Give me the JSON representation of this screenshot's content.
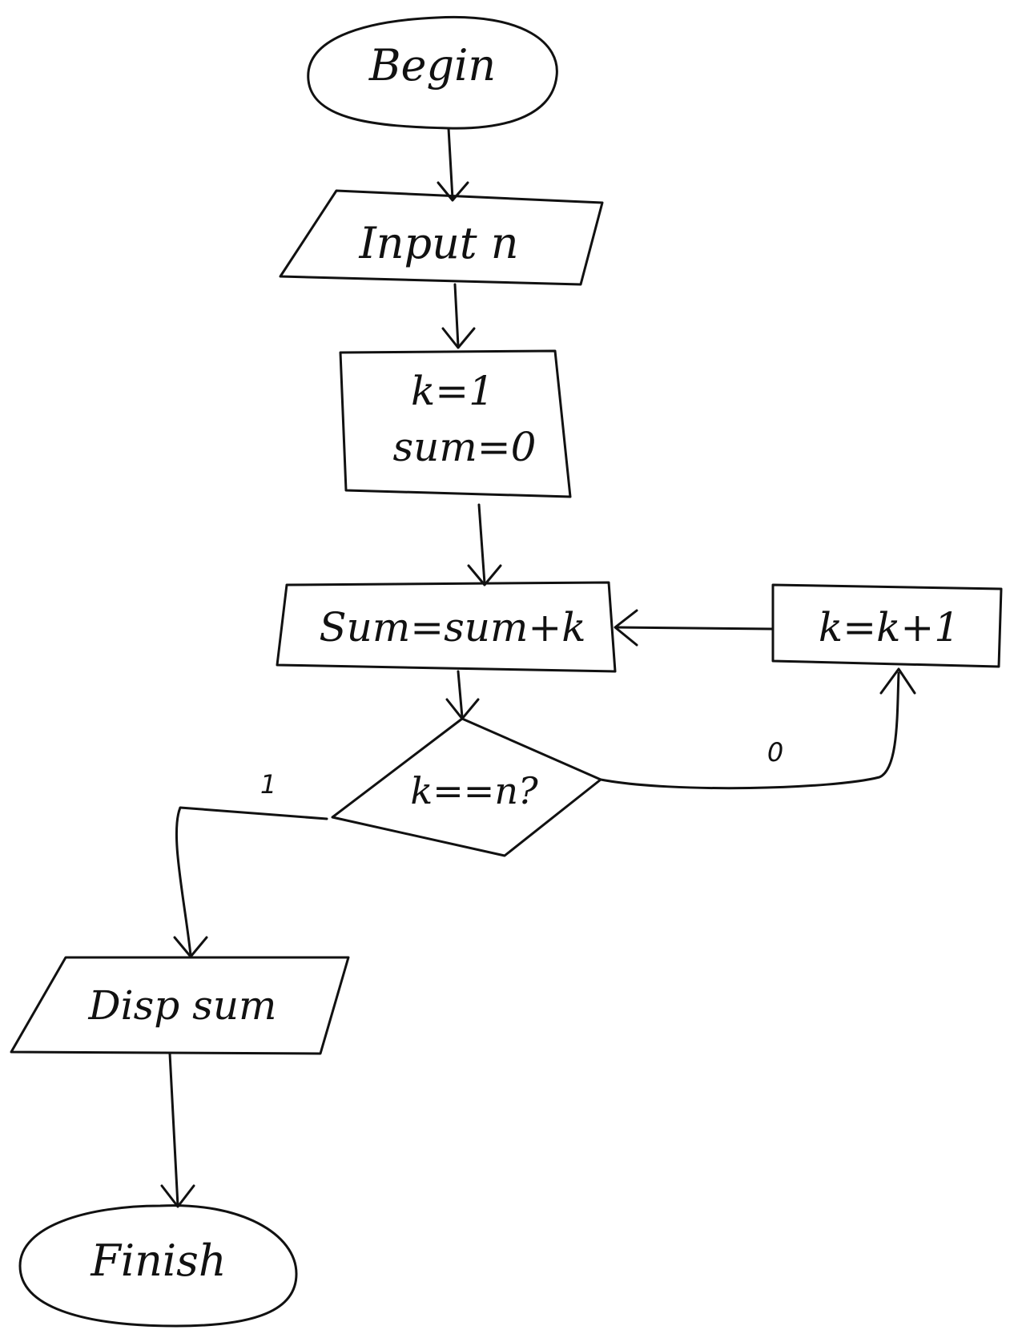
{
  "flowchart": {
    "begin": "Begin",
    "input": "Input n",
    "init_k": "k=1",
    "init_sum": "sum=0",
    "update_sum": "Sum=sum+k",
    "increment": "k=k+1",
    "decision": "k==n?",
    "branch_true": "1",
    "branch_false": "0",
    "display": "Disp sum",
    "finish": "Finish"
  },
  "colors": {
    "ink": "#111111",
    "paper": "#ffffff"
  }
}
